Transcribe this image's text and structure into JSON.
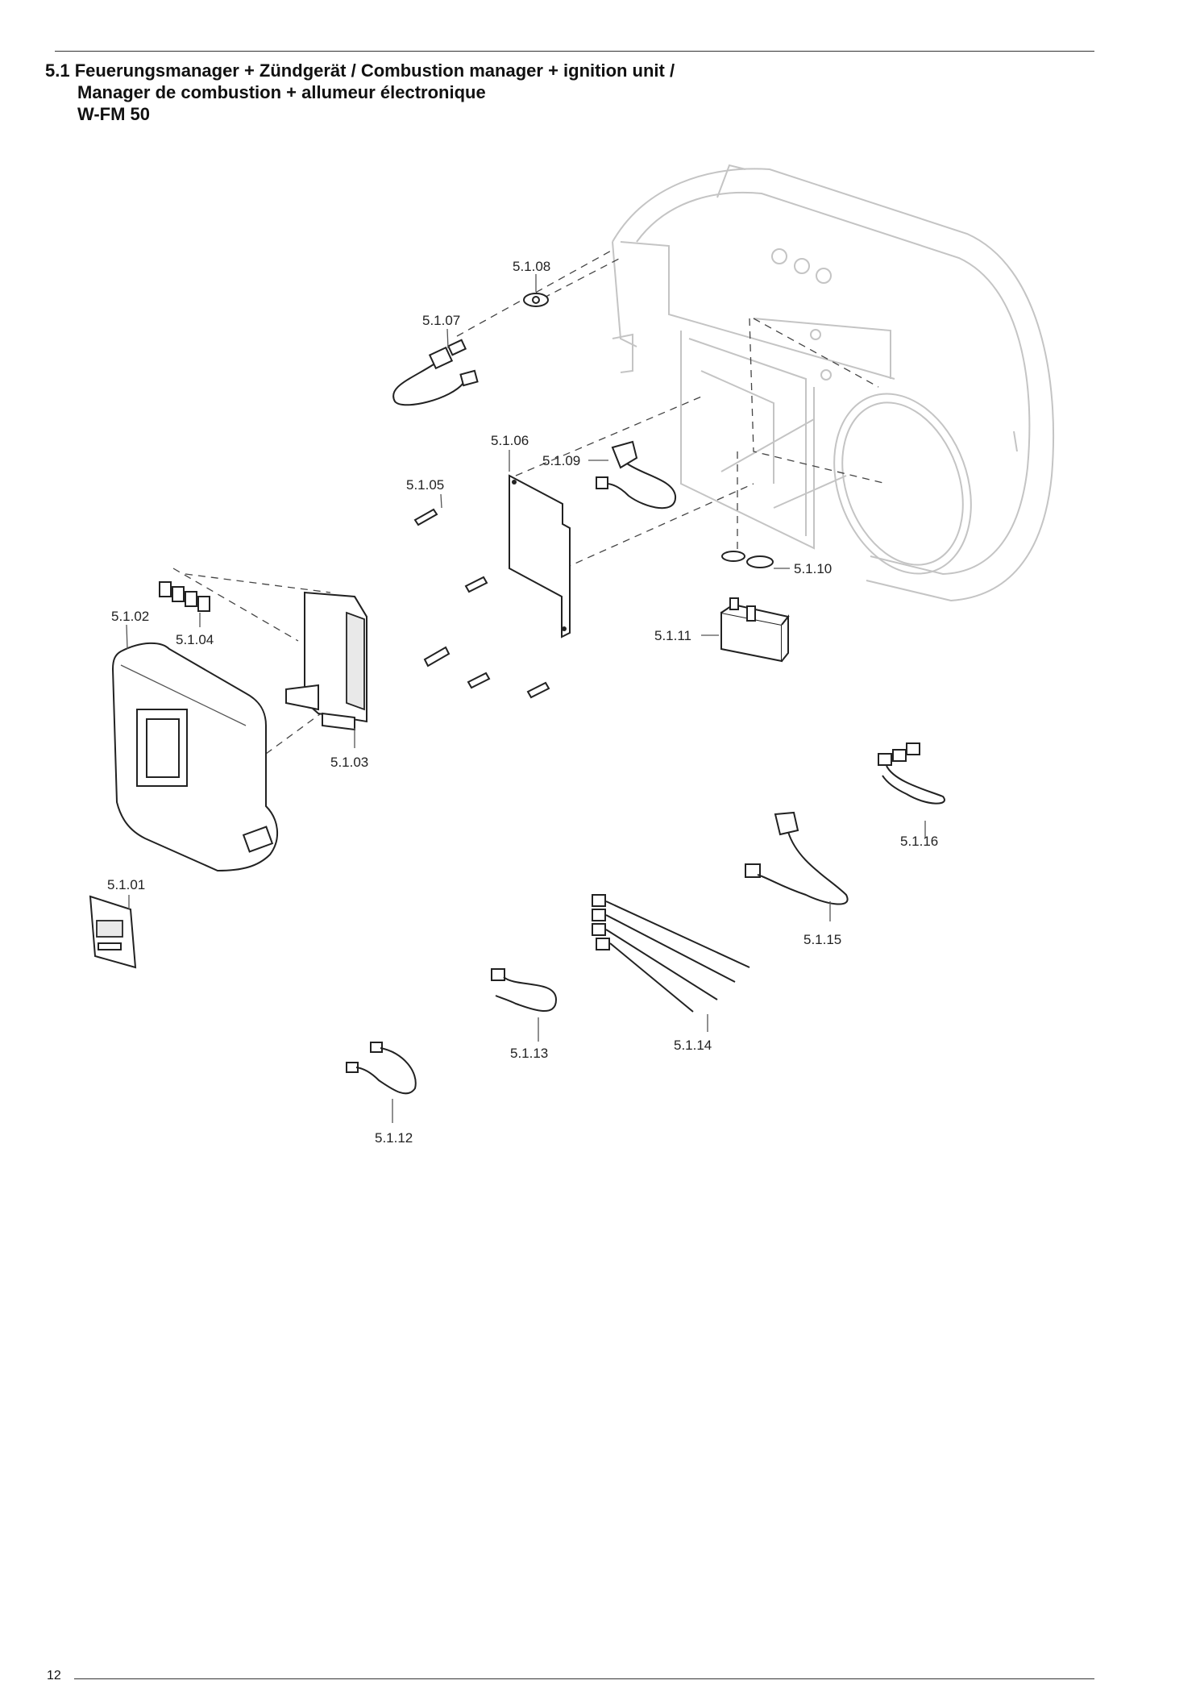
{
  "heading": {
    "line1": "5.1 Feuerungsmanager + Zündgerät / Combustion manager + ignition unit /",
    "line2": "Manager de combustion + allumeur électronique",
    "line3": "W-FM 50"
  },
  "labels": {
    "p0101": "5.1.01",
    "p0102": "5.1.02",
    "p0103": "5.1.03",
    "p0104": "5.1.04",
    "p0105": "5.1.05",
    "p0106": "5.1.06",
    "p0107": "5.1.07",
    "p0108": "5.1.08",
    "p0109": "5.1.09",
    "p0110": "5.1.10",
    "p0111": "5.1.11",
    "p0112": "5.1.12",
    "p0113": "5.1.13",
    "p0114": "5.1.14",
    "p0115": "5.1.15",
    "p0116": "5.1.16"
  },
  "page_number": "12"
}
